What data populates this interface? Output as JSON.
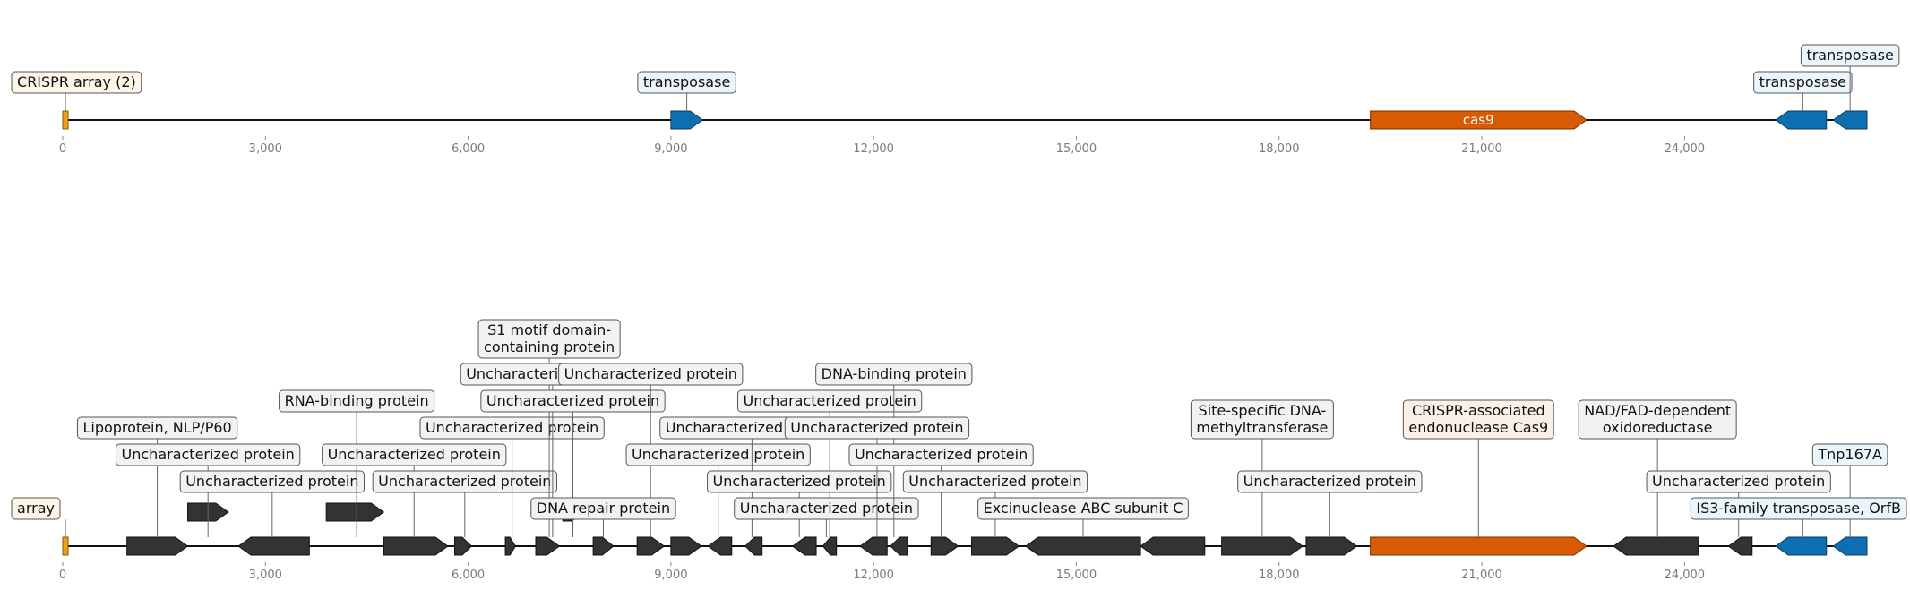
{
  "axis": {
    "ticks": [
      0,
      3000,
      6000,
      9000,
      12000,
      15000,
      18000,
      21000,
      24000
    ],
    "tick_labels": [
      "0",
      "3,000",
      "6,000",
      "9,000",
      "12,000",
      "15,000",
      "18,000",
      "21,000",
      "24,000"
    ],
    "range": [
      0,
      26700
    ]
  },
  "colors": {
    "crispr": "#e8a21c",
    "transposase": "#0d6fb0",
    "cas9": "#d85a04",
    "other": "#333333",
    "label_bg_crispr": "#fdf6e6",
    "label_bg_transposase": "#eaf5fc",
    "label_bg_cas9": "#fcefe6",
    "label_bg_other": "#f2f2f2"
  },
  "tracks": [
    {
      "id": "overview",
      "genes": [
        {
          "start": 0,
          "end": 80,
          "strand": 0,
          "kind": "crispr",
          "text": ""
        },
        {
          "start": 9000,
          "end": 9470,
          "strand": 1,
          "kind": "transposase",
          "text": ""
        },
        {
          "start": 19350,
          "end": 22550,
          "strand": 1,
          "kind": "cas9",
          "text": "cas9"
        },
        {
          "start": 25350,
          "end": 26100,
          "strand": -1,
          "kind": "transposase",
          "text": ""
        },
        {
          "start": 26200,
          "end": 26700,
          "strand": -1,
          "kind": "transposase",
          "text": ""
        }
      ],
      "labels": [
        {
          "text": [
            "CRISPR array (2)"
          ],
          "kind": "crispr",
          "anchor": 40,
          "level": 1,
          "align": "left"
        },
        {
          "text": [
            "transposase"
          ],
          "kind": "transposase",
          "anchor": 9235,
          "level": 1,
          "align": "center"
        },
        {
          "text": [
            "transposase"
          ],
          "kind": "transposase",
          "anchor": 25750,
          "level": 1,
          "align": "right"
        },
        {
          "text": [
            "transposase"
          ],
          "kind": "transposase",
          "anchor": 26450,
          "level": 2,
          "align": "right"
        }
      ]
    },
    {
      "id": "detail",
      "genes": [
        {
          "start": 0,
          "end": 80,
          "strand": 0,
          "kind": "crispr"
        },
        {
          "start": 950,
          "end": 1850,
          "strand": 1,
          "kind": "other"
        },
        {
          "start": 1850,
          "end": 2450,
          "strand": 1,
          "kind": "other",
          "row": "raised"
        },
        {
          "start": 2600,
          "end": 3650,
          "strand": -1,
          "kind": "other"
        },
        {
          "start": 3900,
          "end": 4750,
          "strand": 1,
          "kind": "other",
          "row": "raised"
        },
        {
          "start": 4750,
          "end": 5700,
          "strand": 1,
          "kind": "other"
        },
        {
          "start": 5800,
          "end": 6050,
          "strand": 1,
          "kind": "other"
        },
        {
          "start": 6550,
          "end": 6700,
          "strand": 1,
          "kind": "other"
        },
        {
          "start": 7000,
          "end": 7350,
          "strand": 1,
          "kind": "other"
        },
        {
          "start": 7400,
          "end": 7700,
          "strand": 1,
          "kind": "other",
          "row": "raised"
        },
        {
          "start": 7850,
          "end": 8150,
          "strand": 1,
          "kind": "other"
        },
        {
          "start": 8500,
          "end": 8900,
          "strand": 1,
          "kind": "other"
        },
        {
          "start": 9000,
          "end": 9450,
          "strand": 1,
          "kind": "other"
        },
        {
          "start": 9550,
          "end": 9900,
          "strand": -1,
          "kind": "other"
        },
        {
          "start": 10100,
          "end": 10350,
          "strand": -1,
          "kind": "other"
        },
        {
          "start": 10800,
          "end": 11150,
          "strand": -1,
          "kind": "other"
        },
        {
          "start": 11250,
          "end": 11450,
          "strand": -1,
          "kind": "other"
        },
        {
          "start": 11800,
          "end": 12200,
          "strand": -1,
          "kind": "other"
        },
        {
          "start": 12250,
          "end": 12500,
          "strand": -1,
          "kind": "other"
        },
        {
          "start": 12850,
          "end": 13250,
          "strand": 1,
          "kind": "other"
        },
        {
          "start": 13450,
          "end": 14150,
          "strand": 1,
          "kind": "other"
        },
        {
          "start": 14250,
          "end": 15950,
          "strand": -1,
          "kind": "other"
        },
        {
          "start": 15950,
          "end": 16900,
          "strand": -1,
          "kind": "other"
        },
        {
          "start": 17150,
          "end": 18350,
          "strand": 1,
          "kind": "other"
        },
        {
          "start": 18400,
          "end": 19150,
          "strand": 1,
          "kind": "other"
        },
        {
          "start": 19350,
          "end": 22550,
          "strand": 1,
          "kind": "cas9"
        },
        {
          "start": 22950,
          "end": 24200,
          "strand": -1,
          "kind": "other"
        },
        {
          "start": 24650,
          "end": 25000,
          "strand": -1,
          "kind": "other"
        },
        {
          "start": 25350,
          "end": 26100,
          "strand": -1,
          "kind": "transposase"
        },
        {
          "start": 26200,
          "end": 26700,
          "strand": -1,
          "kind": "transposase"
        }
      ],
      "labels": [
        {
          "text": [
            "array"
          ],
          "kind": "crispr",
          "anchor": 40,
          "level": 1,
          "align": "left"
        },
        {
          "text": [
            "Lipoprotein, NLP/P60"
          ],
          "kind": "other",
          "anchor": 1400,
          "level": 4,
          "align": "center"
        },
        {
          "text": [
            "Uncharacterized protein"
          ],
          "kind": "other",
          "anchor": 2150,
          "level": 3,
          "align": "center"
        },
        {
          "text": [
            "Uncharacterized protein"
          ],
          "kind": "other",
          "anchor": 3100,
          "level": 2,
          "align": "center"
        },
        {
          "text": [
            "RNA-binding protein"
          ],
          "kind": "other",
          "anchor": 4350,
          "level": 5,
          "align": "center"
        },
        {
          "text": [
            "Uncharacterized protein"
          ],
          "kind": "other",
          "anchor": 5200,
          "level": 3,
          "align": "center"
        },
        {
          "text": [
            "Uncharacterized protein"
          ],
          "kind": "other",
          "anchor": 5950,
          "level": 2,
          "align": "center"
        },
        {
          "text": [
            "Uncharacterized protein"
          ],
          "kind": "other",
          "anchor": 6650,
          "level": 4,
          "align": "center"
        },
        {
          "text": [
            "S1 motif domain-",
            "containing protein"
          ],
          "kind": "other",
          "anchor": 7200,
          "level": 7,
          "align": "center"
        },
        {
          "text": [
            "Uncharacterized protein"
          ],
          "kind": "other",
          "anchor": 7250,
          "level": 6,
          "align": "center"
        },
        {
          "text": [
            "Uncharacterized protein"
          ],
          "kind": "other",
          "anchor": 7550,
          "level": 5,
          "align": "center"
        },
        {
          "text": [
            "Uncharacterized protein"
          ],
          "kind": "other",
          "anchor": 8700,
          "level": 6,
          "align": "center"
        },
        {
          "text": [
            "DNA repair protein"
          ],
          "kind": "other",
          "anchor": 8000,
          "level": 1,
          "align": "center"
        },
        {
          "text": [
            "Uncharacterized protein"
          ],
          "kind": "other",
          "anchor": 9700,
          "level": 3,
          "align": "center"
        },
        {
          "text": [
            "Uncharacterized protein"
          ],
          "kind": "other",
          "anchor": 10200,
          "level": 4,
          "align": "center"
        },
        {
          "text": [
            "Uncharacterized protein"
          ],
          "kind": "other",
          "anchor": 11350,
          "level": 5,
          "align": "center"
        },
        {
          "text": [
            "Uncharacterized protein"
          ],
          "kind": "other",
          "anchor": 10900,
          "level": 2,
          "align": "center"
        },
        {
          "text": [
            "Uncharacterized protein"
          ],
          "kind": "other",
          "anchor": 11300,
          "level": 1,
          "align": "center"
        },
        {
          "text": [
            "DNA-binding protein"
          ],
          "kind": "other",
          "anchor": 12300,
          "level": 6,
          "align": "center"
        },
        {
          "text": [
            "Uncharacterized protein"
          ],
          "kind": "other",
          "anchor": 12050,
          "level": 4,
          "align": "center"
        },
        {
          "text": [
            "Uncharacterized protein"
          ],
          "kind": "other",
          "anchor": 13000,
          "level": 3,
          "align": "center"
        },
        {
          "text": [
            "Uncharacterized protein"
          ],
          "kind": "other",
          "anchor": 13800,
          "level": 2,
          "align": "center"
        },
        {
          "text": [
            "Excinuclease ABC subunit C"
          ],
          "kind": "other",
          "anchor": 15100,
          "level": 1,
          "align": "center"
        },
        {
          "text": [
            "Site-specific DNA-",
            "methyltransferase"
          ],
          "kind": "other",
          "anchor": 17750,
          "level": 4,
          "align": "center"
        },
        {
          "text": [
            "Uncharacterized protein"
          ],
          "kind": "other",
          "anchor": 18750,
          "level": 2,
          "align": "center"
        },
        {
          "text": [
            "CRISPR-associated",
            "endonuclease Cas9"
          ],
          "kind": "cas9",
          "anchor": 20950,
          "level": 4,
          "align": "center"
        },
        {
          "text": [
            "NAD/FAD-dependent",
            "oxidoreductase"
          ],
          "kind": "other",
          "anchor": 23600,
          "level": 4,
          "align": "center"
        },
        {
          "text": [
            "Uncharacterized protein"
          ],
          "kind": "other",
          "anchor": 24800,
          "level": 2,
          "align": "center"
        },
        {
          "text": [
            "Tnp167A"
          ],
          "kind": "transposase",
          "anchor": 26450,
          "level": 3,
          "align": "right"
        },
        {
          "text": [
            "IS3-family transposase, OrfB"
          ],
          "kind": "transposase",
          "anchor": 25750,
          "level": 1,
          "align": "right"
        }
      ]
    }
  ]
}
